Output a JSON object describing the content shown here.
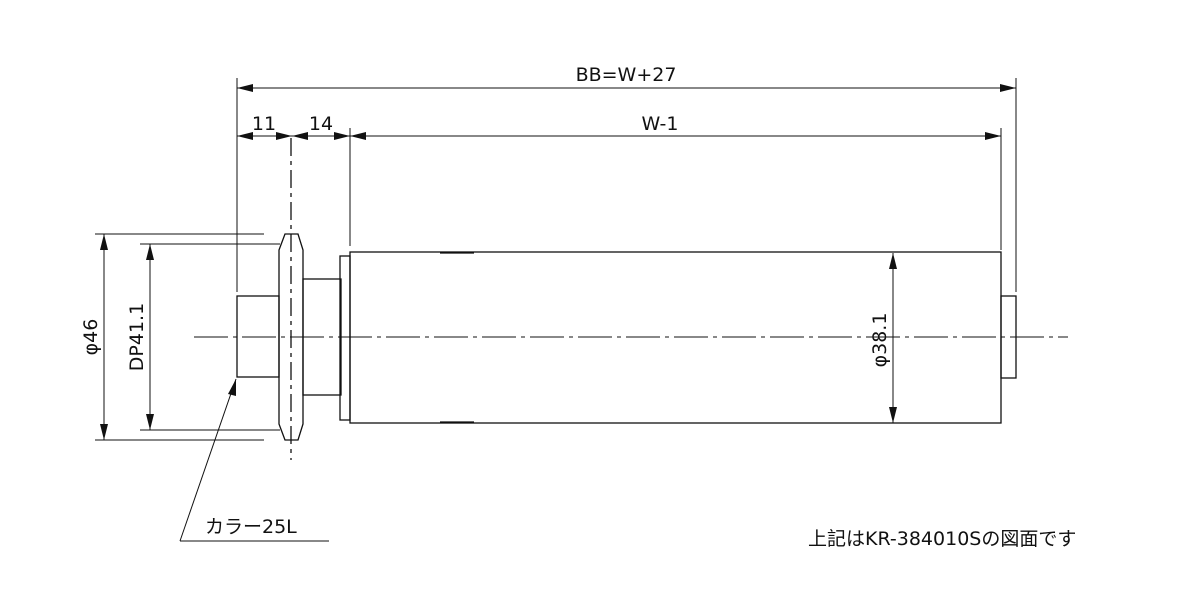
{
  "dimensions": {
    "overall_length": "BB=W+27",
    "collar_offset": "11",
    "flange_offset": "14",
    "tube_length": "W-1",
    "flange_diameter": "φ46",
    "drive_pitch": "DP41.1",
    "tube_diameter": "φ38.1"
  },
  "labels": {
    "collar": "カラー25L"
  },
  "note": "上記はKR-384010Sの図面です"
}
